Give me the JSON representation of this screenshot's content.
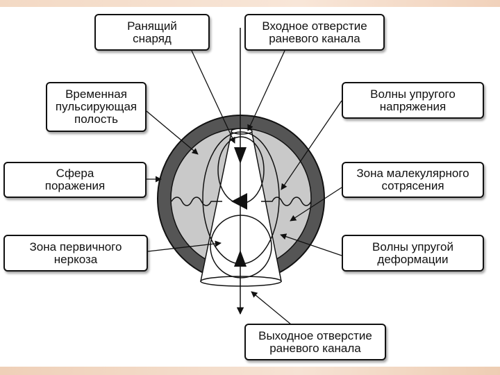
{
  "labels": {
    "projectile": "Ранящий\nснаряд",
    "entry": "Входное отверстие\nраневого канала",
    "temporary_cavity": "Временная\nпульсирующая\nполость",
    "elastic_stress": "Волны упругого\nнапряжения",
    "damage_sphere": "Сфера\nпоражения",
    "molecular_shock": "Зона малекулярного\nсотрясения",
    "primary_necrosis": "Зона первичного\nнеркоза",
    "elastic_deformation": "Волны упругой\nдеформации",
    "exit": "Выходное отверстие\nраневого канала"
  },
  "colors": {
    "outer_ring": "#555555",
    "middle_zone": "#c9c9c9",
    "inner_zone": "#ffffff",
    "stroke": "#111111"
  }
}
